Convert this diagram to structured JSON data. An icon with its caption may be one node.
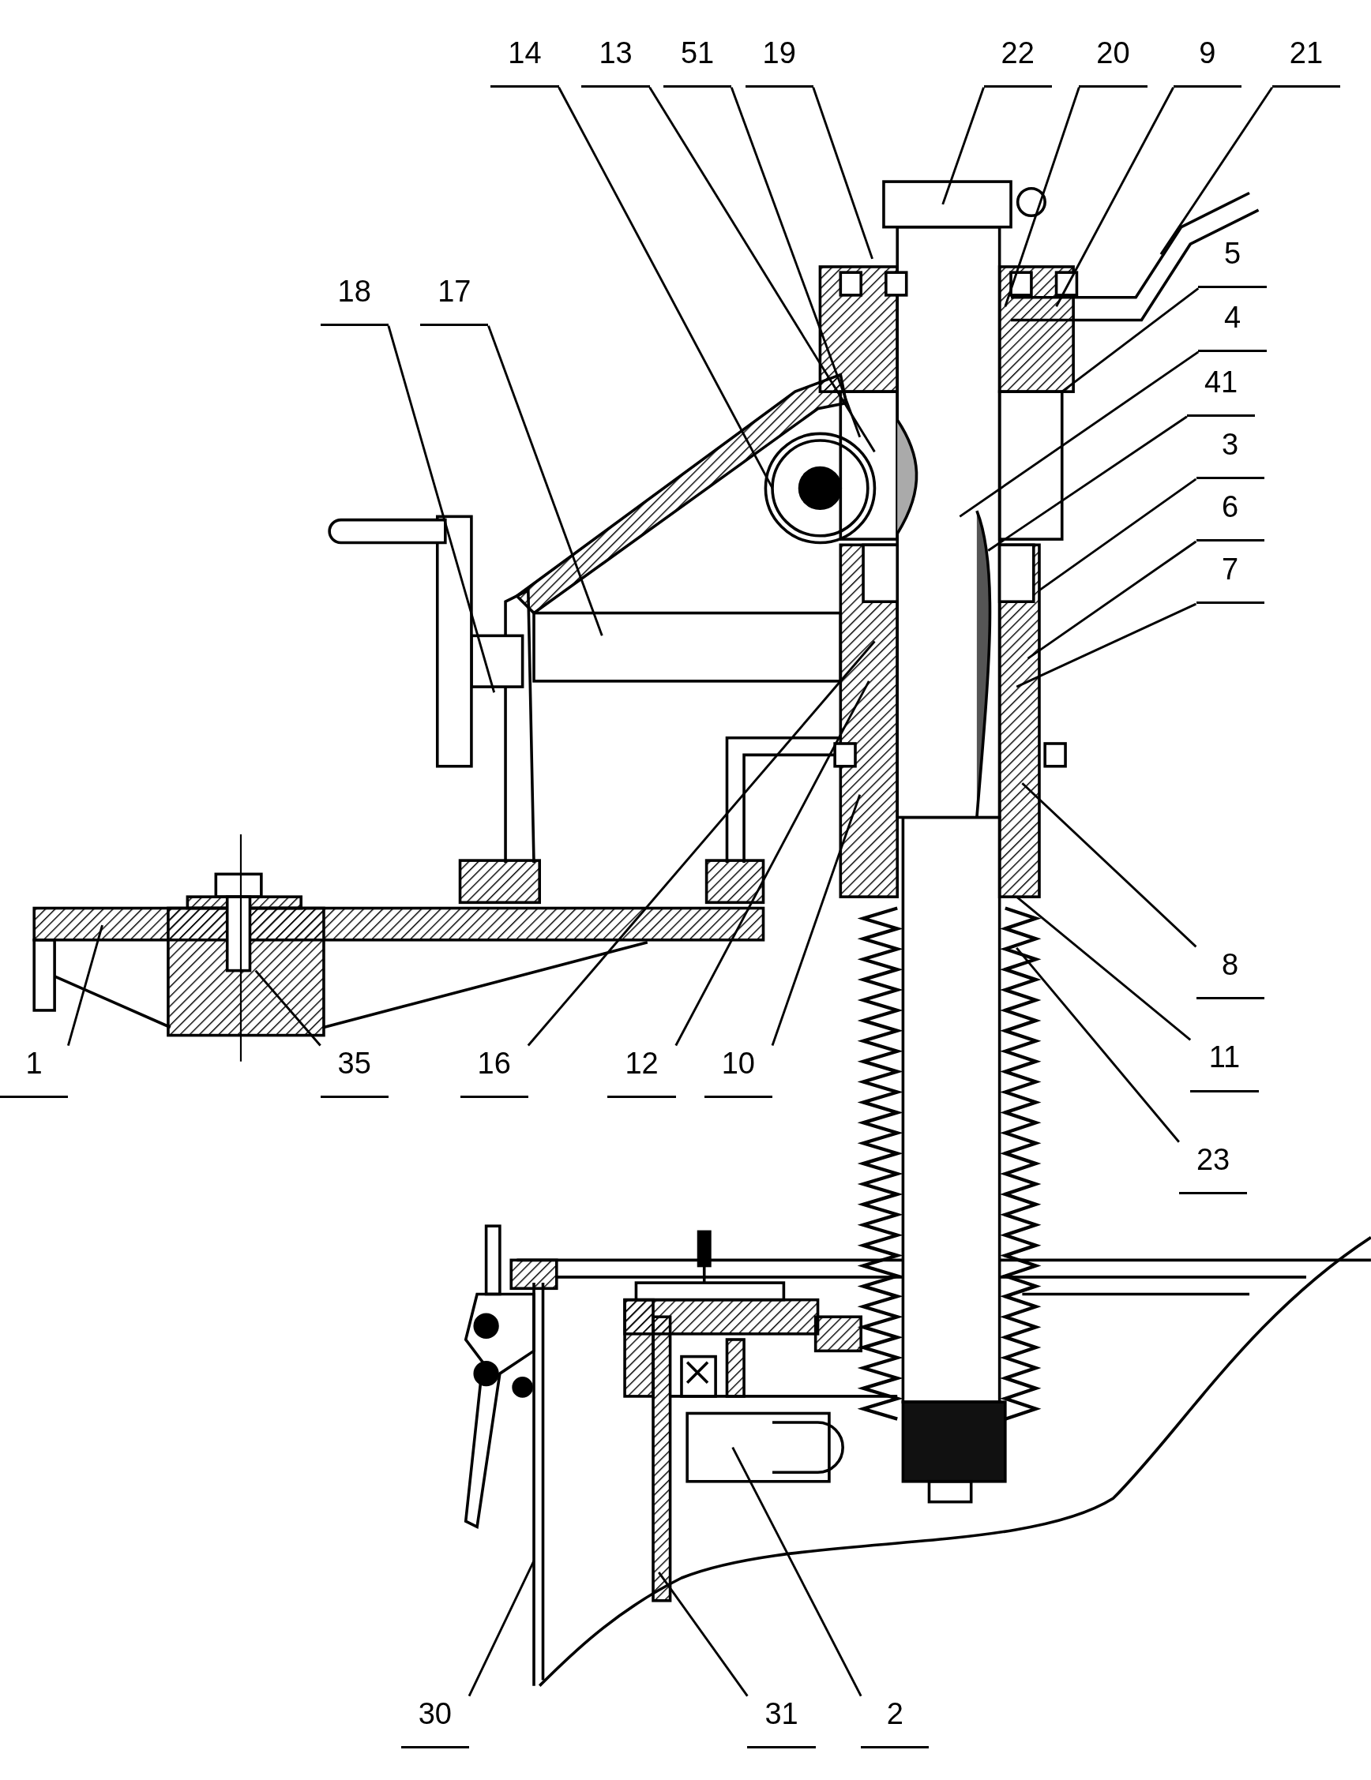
{
  "diagram": {
    "nodes": [
      {
        "text": [
          "14"
        ]
      },
      {
        "text": [
          "13"
        ]
      },
      {
        "text": [
          "51"
        ]
      },
      {
        "text": [
          "19"
        ]
      },
      {
        "text": [
          "22"
        ]
      },
      {
        "text": [
          "20"
        ]
      },
      {
        "text": [
          "9"
        ]
      },
      {
        "text": [
          "21"
        ]
      },
      {
        "text": [
          "5"
        ]
      },
      {
        "text": [
          "18"
        ]
      },
      {
        "text": [
          "17"
        ]
      },
      {
        "text": [
          "4"
        ]
      },
      {
        "text": [
          "41"
        ]
      },
      {
        "text": [
          "3"
        ]
      },
      {
        "text": [
          "6"
        ]
      },
      {
        "text": [
          "7"
        ]
      },
      {
        "text": [
          "8"
        ]
      },
      {
        "text": [
          "1"
        ]
      },
      {
        "text": [
          "35"
        ]
      },
      {
        "text": [
          "16"
        ]
      },
      {
        "text": [
          "12"
        ]
      },
      {
        "text": [
          "10"
        ]
      },
      {
        "text": [
          "11"
        ]
      },
      {
        "text": [
          "23"
        ]
      },
      {
        "text": [
          "30"
        ]
      },
      {
        "text": [
          "31"
        ]
      },
      {
        "text": [
          "2"
        ]
      }
    ],
    "edges": [
      {
        "from": 0,
        "to": null,
        "arrow": "none"
      },
      {
        "from": 1,
        "to": null,
        "arrow": "none"
      },
      {
        "from": 2,
        "to": null,
        "arrow": "none"
      },
      {
        "from": 3,
        "to": null,
        "arrow": "none"
      },
      {
        "from": 4,
        "to": null,
        "arrow": "none"
      },
      {
        "from": 5,
        "to": null,
        "arrow": "none"
      },
      {
        "from": 6,
        "to": null,
        "arrow": "none"
      },
      {
        "from": 7,
        "to": null,
        "arrow": "none"
      },
      {
        "from": 8,
        "to": null,
        "arrow": "none"
      },
      {
        "from": 9,
        "to": null,
        "arrow": "none"
      },
      {
        "from": 10,
        "to": null,
        "arrow": "none"
      },
      {
        "from": 11,
        "to": null,
        "arrow": "none"
      },
      {
        "from": 12,
        "to": null,
        "arrow": "none"
      },
      {
        "from": 13,
        "to": null,
        "arrow": "none"
      },
      {
        "from": 14,
        "to": null,
        "arrow": "none"
      },
      {
        "from": 15,
        "to": null,
        "arrow": "none"
      },
      {
        "from": 16,
        "to": null,
        "arrow": "none"
      },
      {
        "from": 17,
        "to": null,
        "arrow": "none"
      },
      {
        "from": 18,
        "to": null,
        "arrow": "none"
      },
      {
        "from": 19,
        "to": null,
        "arrow": "none"
      },
      {
        "from": 20,
        "to": null,
        "arrow": "none"
      },
      {
        "from": 21,
        "to": null,
        "arrow": "none"
      },
      {
        "from": 22,
        "to": null,
        "arrow": "none"
      },
      {
        "from": 23,
        "to": null,
        "arrow": "none"
      },
      {
        "from": 24,
        "to": null,
        "arrow": "none"
      },
      {
        "from": 25,
        "to": null,
        "arrow": "none"
      },
      {
        "from": 26,
        "to": null,
        "arrow": "none"
      }
    ]
  }
}
